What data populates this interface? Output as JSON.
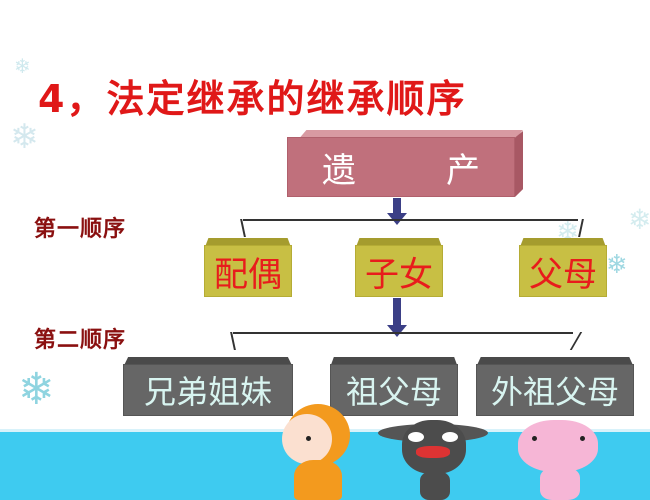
{
  "title": "4，法定继承的继承顺序",
  "root": {
    "chars": [
      "遗",
      "产"
    ],
    "label": "遗 产",
    "color": "#c0707c"
  },
  "orders": [
    {
      "label": "第一顺序",
      "heirs": [
        {
          "label": "配偶"
        },
        {
          "label": "子女"
        },
        {
          "label": "父母"
        }
      ],
      "box_color": "#c8bf44",
      "text_color": "#e81c1c"
    },
    {
      "label": "第二顺序",
      "heirs": [
        {
          "label": "兄弟姐妹"
        },
        {
          "label": "祖父母"
        },
        {
          "label": "外祖父母"
        }
      ],
      "box_color": "#666666",
      "text_color": "#d8f4f0"
    }
  ],
  "colors": {
    "title": "#e01818",
    "order_label": "#8a1010",
    "arrow": "#3b3f86",
    "floor": "#3ecbf0"
  },
  "decorations": {
    "snowflake_icon": "❄",
    "characters": [
      "orange-monkey",
      "gray-dog",
      "pink-creature"
    ]
  }
}
